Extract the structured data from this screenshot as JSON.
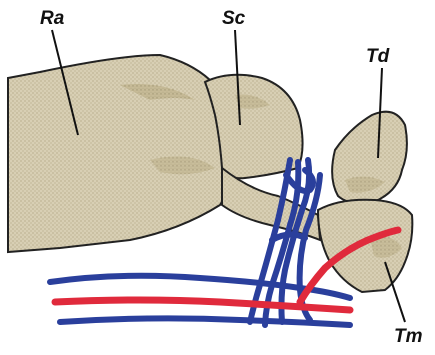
{
  "labels": {
    "ra": "Ra",
    "sc": "Sc",
    "td": "Td",
    "tm": "Tm"
  },
  "colors": {
    "bone": "#d9d0b6",
    "bone_shade": "#b8ad88",
    "outline": "#222222",
    "artery": "#e02a3c",
    "vein": "#2a3f9c"
  }
}
